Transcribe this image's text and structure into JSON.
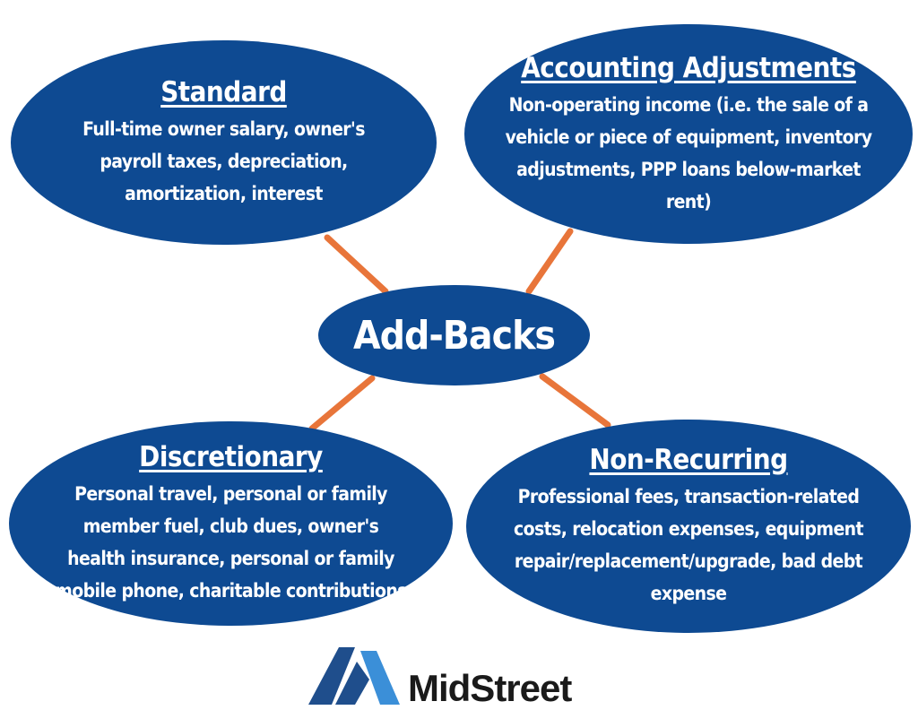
{
  "center": {
    "label": "Add-Backs"
  },
  "nodes": [
    {
      "title": "Standard",
      "description": "Full-time owner salary, owner's payroll taxes, depreciation, amortization, interest"
    },
    {
      "title": "Accounting Adjustments",
      "description": "Non-operating income (i.e. the sale of a vehicle or piece of equipment, inventory adjustments, PPP loans below-market rent)"
    },
    {
      "title": "Discretionary",
      "description": "Personal travel, personal or family member fuel, club dues, owner's health insurance, personal or family mobile phone, charitable contributions"
    },
    {
      "title": "Non-Recurring",
      "description": "Professional fees, transaction-related costs, relocation expenses, equipment repair/replacement/upgrade, bad debt expense"
    }
  ],
  "logo": {
    "text": "MidStreet"
  },
  "colors": {
    "ellipse": "#0e4a92",
    "connector": "#e8753a",
    "logo_dark": "#1f4e8c",
    "logo_light": "#3b8fd8"
  }
}
